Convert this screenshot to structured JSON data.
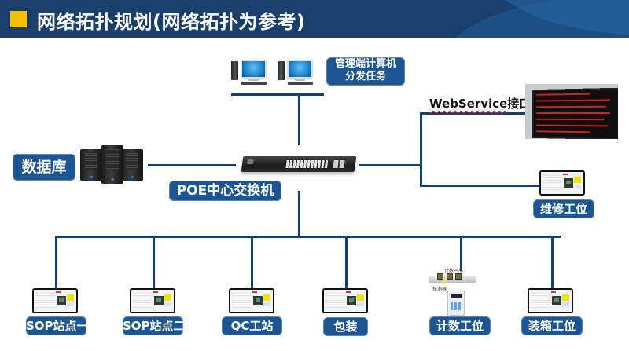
{
  "header": {
    "title": "网络拓扑规划(网络拓扑为参考)",
    "marker_color": "#f5c100",
    "background_color": "#1a3f6b"
  },
  "diagram": {
    "line_color": "#123f75",
    "label_color": "#1d5593",
    "nodes": {
      "management": {
        "label_line1": "管理端计算机",
        "label_line2": "分发任务",
        "icon": "desktop-pc-icon",
        "count": 2
      },
      "database": {
        "label": "数据库",
        "icon": "server-tower-icon"
      },
      "switch": {
        "label": "POE中心交换机",
        "icon": "network-switch-icon"
      },
      "webservice": {
        "label_latin": "WebService",
        "label_cjk": "接口",
        "icon": "led-display-board-icon"
      },
      "repair": {
        "label": "维修工位",
        "icon": "tablet-icon"
      },
      "stations": [
        {
          "label": "SOP站点一",
          "icon": "tablet-icon"
        },
        {
          "label": "SOP站点二",
          "icon": "tablet-icon"
        },
        {
          "label": "QC工站",
          "icon": "tablet-icon"
        },
        {
          "label": "包装",
          "icon": "tablet-icon"
        },
        {
          "label": "计数工位",
          "icon": "counter-sensor-icon",
          "captions": [
            "计数产品",
            "探测器"
          ]
        },
        {
          "label": "装箱工位",
          "icon": "tablet-icon"
        }
      ]
    }
  }
}
